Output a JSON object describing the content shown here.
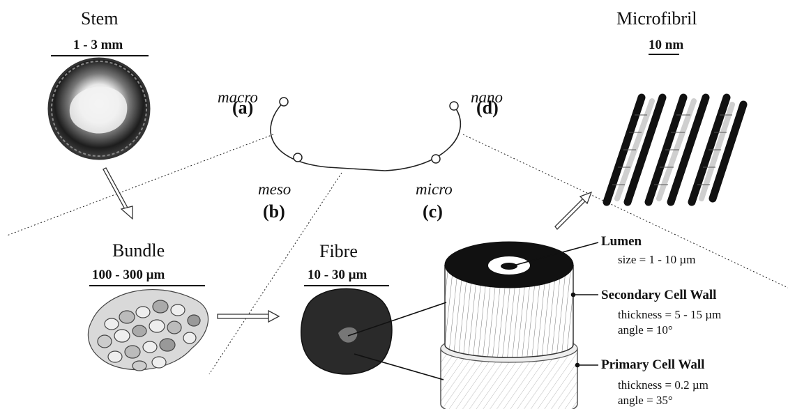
{
  "stem": {
    "title": "Stem",
    "scale": "1 - 3 mm"
  },
  "bundle": {
    "title": "Bundle",
    "scale": "100 - 300 µm"
  },
  "fibre": {
    "title": "Fibre",
    "scale": "10 - 30 µm"
  },
  "microfibril": {
    "title": "Microfibril",
    "scale": "10 nm"
  },
  "levels": [
    {
      "name": "macro",
      "letter": "(a)"
    },
    {
      "name": "meso",
      "letter": "(b)"
    },
    {
      "name": "micro",
      "letter": "(c)"
    },
    {
      "name": "nano",
      "letter": "(d)"
    }
  ],
  "layers": {
    "lumen": {
      "name": "Lumen",
      "props": [
        "size = 1 - 10 µm"
      ]
    },
    "secondary": {
      "name": "Secondary Cell Wall",
      "props": [
        "thickness = 5 - 15 µm",
        "angle = 10°"
      ]
    },
    "primary": {
      "name": "Primary Cell Wall",
      "props": [
        "thickness = 0.2 µm",
        "angle = 35°"
      ]
    }
  }
}
